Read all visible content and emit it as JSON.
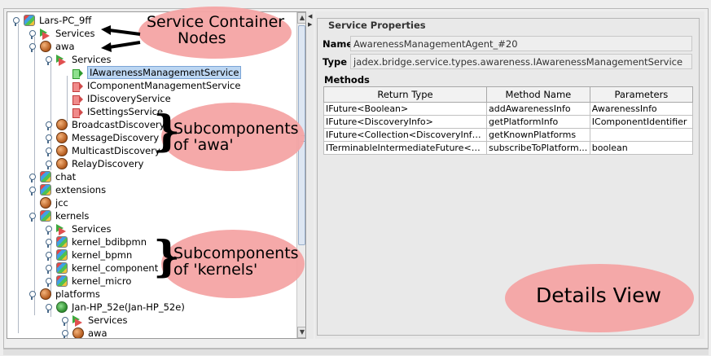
{
  "tree": {
    "nodes": [
      {
        "label": "Lars-PC_9ff",
        "icon": "platform-icon"
      },
      {
        "label": "Services",
        "icon": "services-icon"
      },
      {
        "label": "awa",
        "icon": "component-icon"
      },
      {
        "label": "Services",
        "icon": "services-icon"
      },
      {
        "label": "IAwarenessManagementService",
        "icon": "provided-service-icon",
        "selected": true
      },
      {
        "label": "IComponentManagementService",
        "icon": "required-service-icon"
      },
      {
        "label": "IDiscoveryService",
        "icon": "required-service-icon"
      },
      {
        "label": "ISettingsService",
        "icon": "required-service-icon"
      },
      {
        "label": "BroadcastDiscovery",
        "icon": "component-icon"
      },
      {
        "label": "MessageDiscovery",
        "icon": "component-icon"
      },
      {
        "label": "MulticastDiscovery",
        "icon": "component-icon"
      },
      {
        "label": "RelayDiscovery",
        "icon": "component-icon"
      },
      {
        "label": "chat",
        "icon": "platform-icon"
      },
      {
        "label": "extensions",
        "icon": "platform-icon"
      },
      {
        "label": "jcc",
        "icon": "component-icon"
      },
      {
        "label": "kernels",
        "icon": "platform-icon"
      },
      {
        "label": "Services",
        "icon": "services-icon"
      },
      {
        "label": "kernel_bdibpmn",
        "icon": "platform-icon"
      },
      {
        "label": "kernel_bpmn",
        "icon": "platform-icon"
      },
      {
        "label": "kernel_component",
        "icon": "platform-icon"
      },
      {
        "label": "kernel_micro",
        "icon": "platform-icon"
      },
      {
        "label": "platforms",
        "icon": "component-icon"
      },
      {
        "label": "Jan-HP_52e(Jan-HP_52e)",
        "icon": "remote-platform-icon"
      },
      {
        "label": "Services",
        "icon": "services-icon"
      },
      {
        "label": "awa",
        "icon": "component-icon"
      }
    ]
  },
  "details": {
    "group_title": "Service Properties",
    "name_label": "Name",
    "name_value": "AwarenessManagementAgent_#20",
    "type_label": "Type",
    "type_value": "jadex.bridge.service.types.awareness.IAwarenessManagementService",
    "methods_label": "Methods",
    "columns": [
      "Return Type",
      "Method Name",
      "Parameters"
    ],
    "rows": [
      [
        "IFuture<Boolean>",
        "addAwarenessInfo",
        "AwarenessInfo"
      ],
      [
        "IFuture<DiscoveryInfo>",
        "getPlatformInfo",
        "IComponentIdentifier"
      ],
      [
        "IFuture<Collection<DiscoveryInfo>>",
        "getKnownPlatforms",
        ""
      ],
      [
        "ITerminableIntermediateFuture<D...",
        "subscribeToPlatform...",
        "boolean"
      ]
    ]
  },
  "annotations": {
    "service_container_line1": "Service Container",
    "service_container_line2": "Nodes",
    "sub_awa_line1": "Subcomponents",
    "sub_awa_line2": "of 'awa'",
    "sub_kernels_line1": "Subcomponents",
    "sub_kernels_line2": "of 'kernels'",
    "details_view": "Details View",
    "bubble_color": "#f4a4a4"
  }
}
